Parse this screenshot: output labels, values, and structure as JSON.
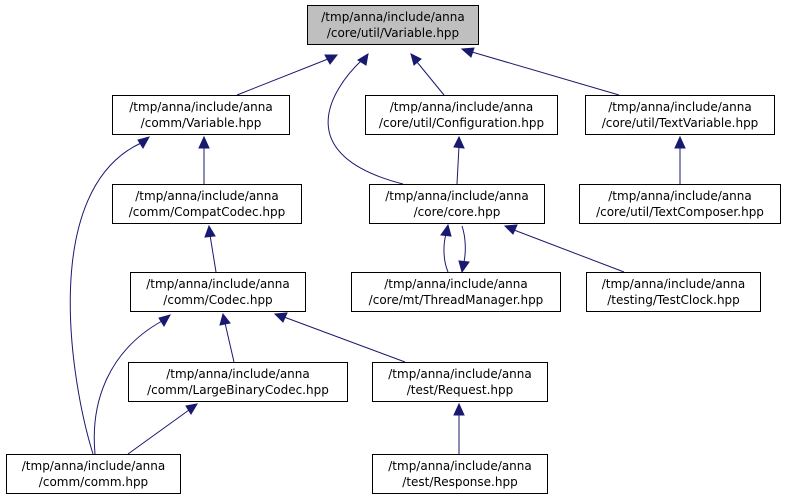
{
  "colors": {
    "edge": "#191970",
    "root_fill": "#bfbfbf",
    "node_fill": "#ffffff",
    "border": "#000000"
  },
  "nodes": {
    "variable_core": {
      "line1": "/tmp/anna/include/anna",
      "line2": "/core/util/Variable.hpp"
    },
    "comm_variable": {
      "line1": "/tmp/anna/include/anna",
      "line2": "/comm/Variable.hpp"
    },
    "configuration": {
      "line1": "/tmp/anna/include/anna",
      "line2": "/core/util/Configuration.hpp"
    },
    "text_variable": {
      "line1": "/tmp/anna/include/anna",
      "line2": "/core/util/TextVariable.hpp"
    },
    "compat_codec": {
      "line1": "/tmp/anna/include/anna",
      "line2": "/comm/CompatCodec.hpp"
    },
    "core": {
      "line1": "/tmp/anna/include/anna",
      "line2": "/core/core.hpp"
    },
    "text_composer": {
      "line1": "/tmp/anna/include/anna",
      "line2": "/core/util/TextComposer.hpp"
    },
    "codec": {
      "line1": "/tmp/anna/include/anna",
      "line2": "/comm/Codec.hpp"
    },
    "thread_manager": {
      "line1": "/tmp/anna/include/anna",
      "line2": "/core/mt/ThreadManager.hpp"
    },
    "test_clock": {
      "line1": "/tmp/anna/include/anna",
      "line2": "/testing/TestClock.hpp"
    },
    "large_binary_codec": {
      "line1": "/tmp/anna/include/anna",
      "line2": "/comm/LargeBinaryCodec.hpp"
    },
    "request": {
      "line1": "/tmp/anna/include/anna",
      "line2": "/test/Request.hpp"
    },
    "comm": {
      "line1": "/tmp/anna/include/anna",
      "line2": "/comm/comm.hpp"
    },
    "response": {
      "line1": "/tmp/anna/include/anna",
      "line2": "/test/Response.hpp"
    }
  }
}
